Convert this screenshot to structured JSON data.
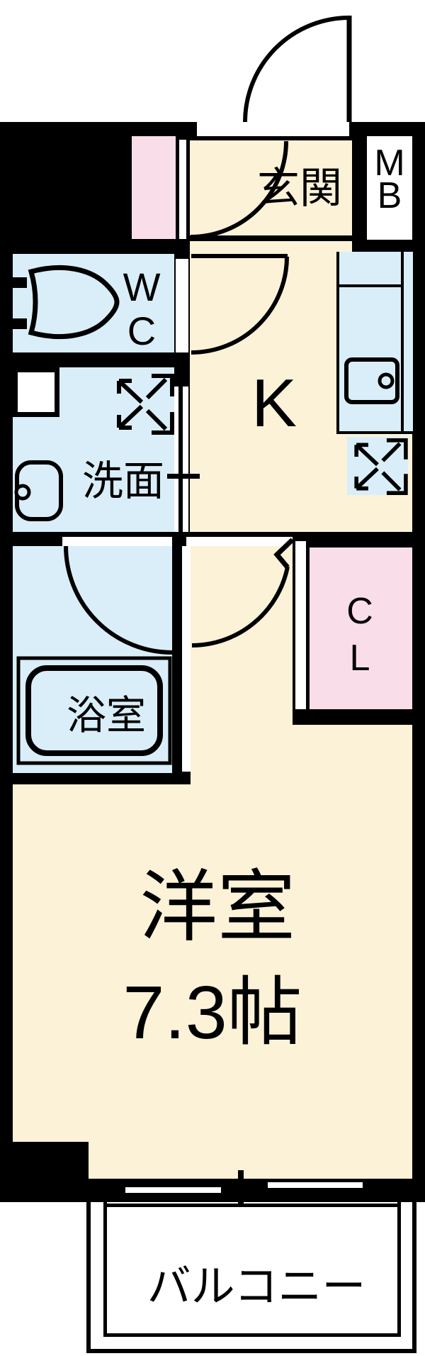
{
  "floorplan": {
    "rooms": {
      "genkan": {
        "label": "玄関"
      },
      "meter_box": {
        "line1": "M",
        "line2": "B"
      },
      "wc": {
        "line1": "W",
        "line2": "C"
      },
      "washroom": {
        "label": "洗面"
      },
      "kitchen": {
        "label": "K"
      },
      "closet": {
        "line1": "C",
        "line2": "L"
      },
      "bathroom": {
        "label": "浴室"
      },
      "western_room": {
        "label": "洋室",
        "size": "7.3帖"
      },
      "balcony": {
        "label": "バルコニー"
      }
    },
    "icons": [
      "toilet-icon",
      "washbasin-icon",
      "bathtub-icon",
      "kitchen-sink-icon",
      "vent-fan-icon",
      "door-swing-arc-icon",
      "sliding-door-icon",
      "window-icon"
    ],
    "colors": {
      "wall": "#000000",
      "floor_cream": "#FBF2D8",
      "wet_area_blue": "#D9EEF8",
      "closet_pink": "#F9DEE9",
      "background": "#FFFFFF"
    }
  }
}
